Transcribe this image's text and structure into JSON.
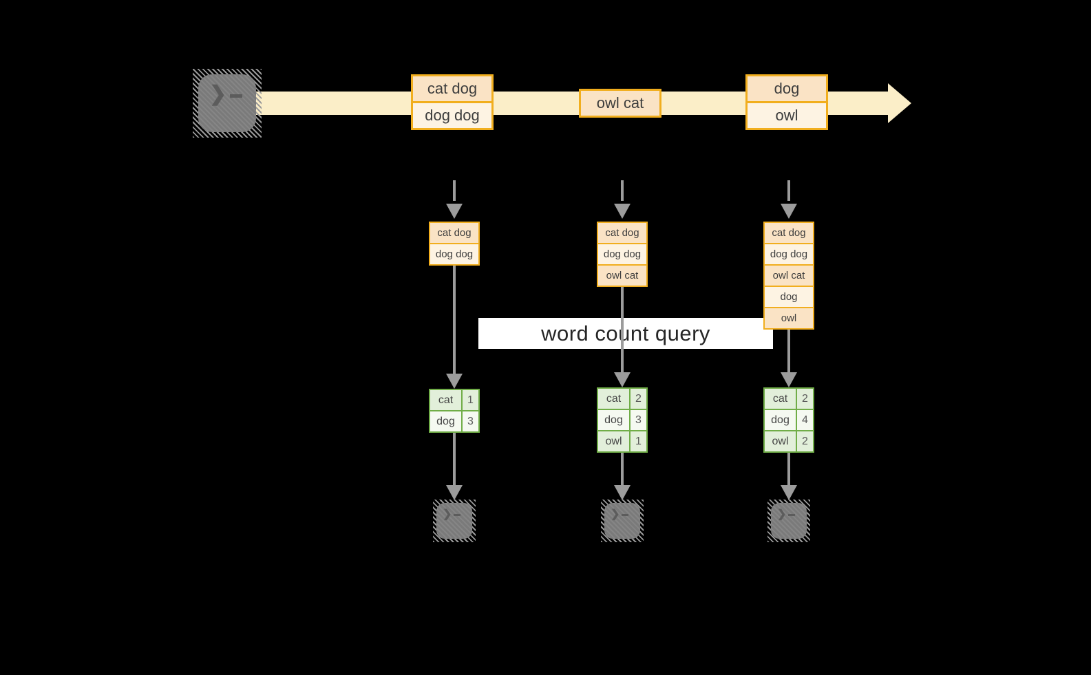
{
  "diagram": {
    "title_hidden": "",
    "query_band": {
      "label": "word count query"
    },
    "stream": {
      "source_icon": "terminal-icon",
      "batches": [
        {
          "lines": [
            "cat dog",
            "dog dog"
          ]
        },
        {
          "lines": [
            "owl cat"
          ]
        },
        {
          "lines": [
            "dog",
            "owl"
          ]
        }
      ]
    },
    "micro_batches": [
      {
        "state": {
          "lines": [
            "cat dog",
            "dog dog"
          ]
        },
        "result": {
          "rows": [
            {
              "word": "cat",
              "count": "1"
            },
            {
              "word": "dog",
              "count": "3"
            }
          ]
        },
        "sink_icon": "terminal-icon"
      },
      {
        "state": {
          "lines": [
            "cat dog",
            "dog dog",
            "owl cat"
          ]
        },
        "result": {
          "rows": [
            {
              "word": "cat",
              "count": "2"
            },
            {
              "word": "dog",
              "count": "3"
            },
            {
              "word": "owl",
              "count": "1"
            }
          ]
        },
        "sink_icon": "terminal-icon"
      },
      {
        "state": {
          "lines": [
            "cat dog",
            "dog dog",
            "owl cat",
            "dog",
            "owl"
          ]
        },
        "result": {
          "rows": [
            {
              "word": "cat",
              "count": "2"
            },
            {
              "word": "dog",
              "count": "4"
            },
            {
              "word": "owl",
              "count": "2"
            }
          ]
        },
        "sink_icon": "terminal-icon"
      }
    ],
    "colors": {
      "background": "#000000",
      "amber_border": "#F1AE1E",
      "peach_fill": "#FAE3C5",
      "cream_fill": "#FDF3E3",
      "stream_fill": "#FBEEC8",
      "green_border": "#70AD47",
      "green_fill": "#E2EFDA",
      "green_fill_alt": "#F5F9F1",
      "arrow_gray": "#9C9C9C",
      "terminal_gray": "#7F7F7F",
      "query_band_bg": "#FFFFFF"
    }
  }
}
